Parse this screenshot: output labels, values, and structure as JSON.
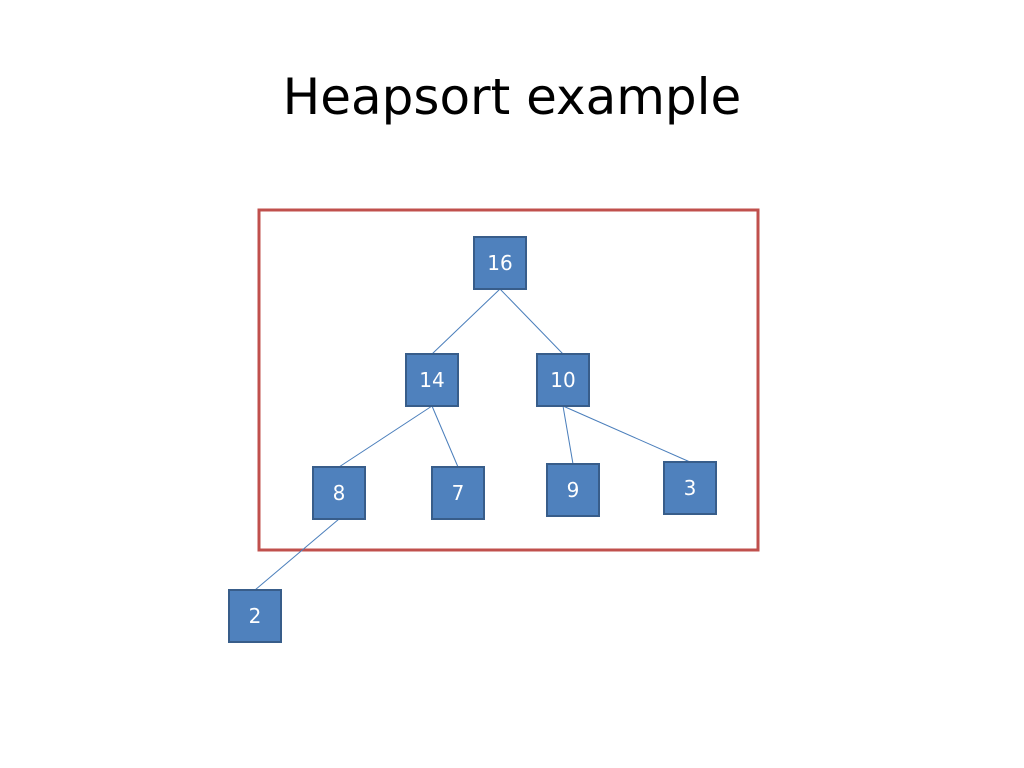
{
  "slide": {
    "title": "Heapsort example"
  },
  "colors": {
    "node_fill": "#4f81bd",
    "node_border": "#385d8a",
    "node_text": "#ffffff",
    "edge": "#4a7ebb",
    "highlight_frame": "#c0504d"
  },
  "heap": {
    "nodes": [
      {
        "id": "n0",
        "label": "16",
        "in_highlight": true
      },
      {
        "id": "n1",
        "label": "14",
        "in_highlight": true
      },
      {
        "id": "n2",
        "label": "10",
        "in_highlight": true
      },
      {
        "id": "n3",
        "label": "8",
        "in_highlight": true
      },
      {
        "id": "n4",
        "label": "7",
        "in_highlight": true
      },
      {
        "id": "n5",
        "label": "9",
        "in_highlight": true
      },
      {
        "id": "n6",
        "label": "3",
        "in_highlight": true
      },
      {
        "id": "n7",
        "label": "2",
        "in_highlight": false
      }
    ],
    "edges": [
      {
        "from": "n0",
        "to": "n1"
      },
      {
        "from": "n0",
        "to": "n2"
      },
      {
        "from": "n1",
        "to": "n3"
      },
      {
        "from": "n1",
        "to": "n4"
      },
      {
        "from": "n2",
        "to": "n5"
      },
      {
        "from": "n2",
        "to": "n6"
      },
      {
        "from": "n3",
        "to": "n7"
      }
    ]
  }
}
